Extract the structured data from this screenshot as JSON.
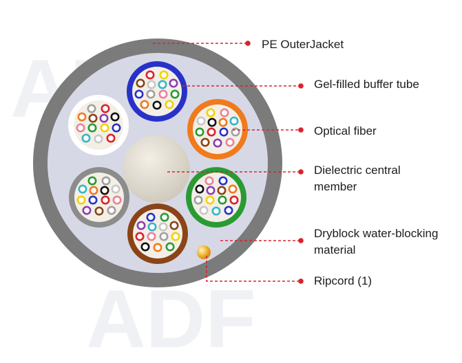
{
  "watermark": "ADF",
  "labels": {
    "pe_outer_jacket": "PE OuterJacket",
    "buffer_tube": "Gel-filled buffer tube",
    "optical_fiber": "Optical fiber",
    "central_member_line1": "Dielectric central",
    "central_member_line2": "member",
    "water_blocking_line1": "Dryblock water-blocking",
    "water_blocking_line2": "material",
    "ripcord": "Ripcord (1)"
  },
  "colors": {
    "jacket": "#7b7b7b",
    "gel_fill": "#d6d8e6",
    "leader": "#d9232b",
    "tube_colors": [
      "#2832c8",
      "#f07a1e",
      "#2a9a34",
      "#8a4418",
      "#8c8c8c",
      "#ffffff"
    ],
    "fiber_colors": [
      "#2832c8",
      "#f07a1e",
      "#2a9a34",
      "#8a4418",
      "#a0a0a0",
      "#ffffff",
      "#d9232b",
      "#111111",
      "#f2d300",
      "#8a3fb0",
      "#e8829a",
      "#35b5c9"
    ]
  }
}
